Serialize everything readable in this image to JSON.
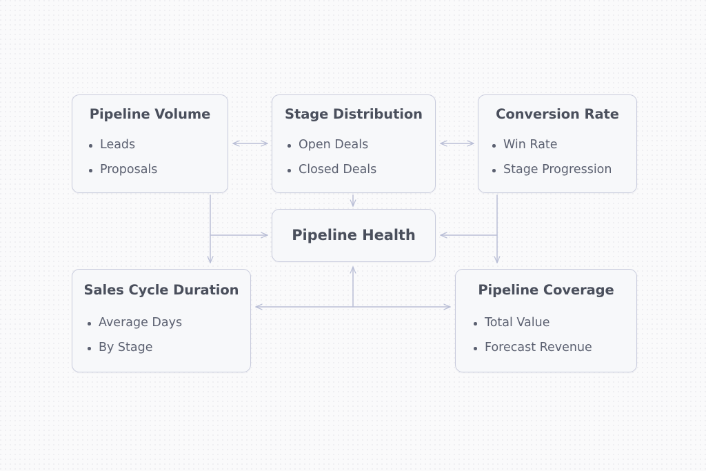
{
  "diagram": {
    "background_color": "#fafafb",
    "node_fill": "#f7f8fa",
    "node_border": "#c9ccdd",
    "edge_color": "#b9bed6",
    "title_color": "#4a4f5c",
    "body_color": "#5b6070",
    "nodes": [
      {
        "id": "pipeline-volume",
        "title": "Pipeline Volume",
        "items": [
          "Leads",
          "Proposals"
        ]
      },
      {
        "id": "stage-distribution",
        "title": "Stage Distribution",
        "items": [
          "Open Deals",
          "Closed Deals"
        ]
      },
      {
        "id": "conversion-rate",
        "title": "Conversion Rate",
        "items": [
          "Win Rate",
          "Stage Progression"
        ]
      },
      {
        "id": "pipeline-health",
        "title": "Pipeline Health",
        "items": []
      },
      {
        "id": "sales-cycle-duration",
        "title": "Sales Cycle Duration",
        "items": [
          "Average Days",
          "By Stage"
        ]
      },
      {
        "id": "pipeline-coverage",
        "title": "Pipeline Coverage",
        "items": [
          "Total Value",
          "Forecast Revenue"
        ]
      }
    ],
    "edges": [
      {
        "from": "pipeline-volume",
        "to": "stage-distribution",
        "kind": "bidirectional",
        "orientation": "horizontal"
      },
      {
        "from": "stage-distribution",
        "to": "conversion-rate",
        "kind": "bidirectional",
        "orientation": "horizontal"
      },
      {
        "from": "stage-distribution",
        "to": "pipeline-health",
        "kind": "directed",
        "orientation": "vertical-down"
      },
      {
        "from": "pipeline-volume",
        "to": "pipeline-health",
        "kind": "directed",
        "orientation": "elbow-right"
      },
      {
        "from": "pipeline-volume",
        "to": "sales-cycle-duration",
        "kind": "directed",
        "orientation": "vertical-down"
      },
      {
        "from": "conversion-rate",
        "to": "pipeline-health",
        "kind": "directed",
        "orientation": "elbow-left"
      },
      {
        "from": "conversion-rate",
        "to": "pipeline-coverage",
        "kind": "directed",
        "orientation": "vertical-down"
      },
      {
        "from": "sales-cycle-duration",
        "to": "pipeline-coverage",
        "kind": "bidirectional",
        "orientation": "horizontal"
      },
      {
        "from": "bottom-link",
        "to": "pipeline-health",
        "kind": "directed",
        "orientation": "vertical-up"
      }
    ]
  }
}
